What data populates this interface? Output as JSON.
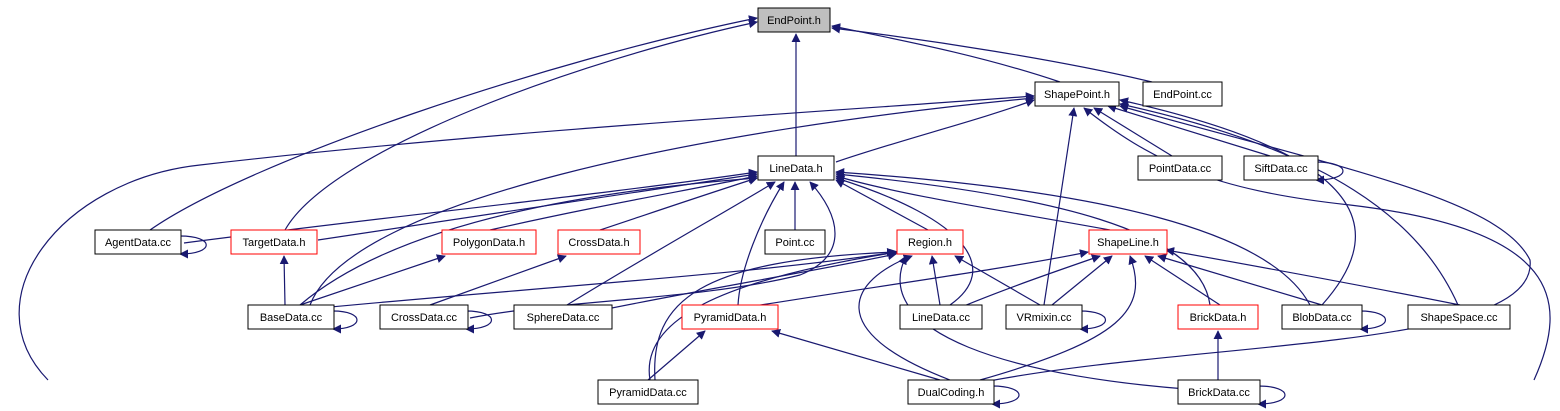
{
  "diagram": {
    "colors": {
      "edge": "#191970",
      "normal_border": "#000000",
      "incomplete_border": "#ff0000",
      "root_fill": "#bfbfbf",
      "node_fill": "#ffffff"
    },
    "nodes": [
      {
        "id": "endpoint_h",
        "label": "EndPoint.h",
        "style": "root"
      },
      {
        "id": "shapepoint_h",
        "label": "ShapePoint.h",
        "style": "normal"
      },
      {
        "id": "endpoint_cc",
        "label": "EndPoint.cc",
        "style": "normal"
      },
      {
        "id": "linedata_h",
        "label": "LineData.h",
        "style": "normal"
      },
      {
        "id": "pointdata_cc",
        "label": "PointData.cc",
        "style": "normal"
      },
      {
        "id": "siftdata_cc",
        "label": "SiftData.cc",
        "style": "normal"
      },
      {
        "id": "agentdata_cc",
        "label": "AgentData.cc",
        "style": "normal"
      },
      {
        "id": "targetdata_h",
        "label": "TargetData.h",
        "style": "incomplete"
      },
      {
        "id": "polygondata_h",
        "label": "PolygonData.h",
        "style": "incomplete"
      },
      {
        "id": "crossdata_h",
        "label": "CrossData.h",
        "style": "incomplete"
      },
      {
        "id": "point_cc",
        "label": "Point.cc",
        "style": "normal"
      },
      {
        "id": "region_h",
        "label": "Region.h",
        "style": "incomplete"
      },
      {
        "id": "shapeline_h",
        "label": "ShapeLine.h",
        "style": "incomplete"
      },
      {
        "id": "basedata_cc",
        "label": "BaseData.cc",
        "style": "normal"
      },
      {
        "id": "crossdata_cc",
        "label": "CrossData.cc",
        "style": "normal"
      },
      {
        "id": "spheredata_cc",
        "label": "SphereData.cc",
        "style": "normal"
      },
      {
        "id": "pyramiddata_h",
        "label": "PyramidData.h",
        "style": "incomplete"
      },
      {
        "id": "linedata_cc",
        "label": "LineData.cc",
        "style": "normal"
      },
      {
        "id": "vrmixin_cc",
        "label": "VRmixin.cc",
        "style": "normal"
      },
      {
        "id": "brickdata_h",
        "label": "BrickData.h",
        "style": "incomplete"
      },
      {
        "id": "blobdata_cc",
        "label": "BlobData.cc",
        "style": "normal"
      },
      {
        "id": "shapespace_cc",
        "label": "ShapeSpace.cc",
        "style": "normal"
      },
      {
        "id": "pyramiddata_cc",
        "label": "PyramidData.cc",
        "style": "normal"
      },
      {
        "id": "dualcoding_h",
        "label": "DualCoding.h",
        "style": "normal"
      },
      {
        "id": "brickdata_cc",
        "label": "BrickData.cc",
        "style": "normal"
      }
    ]
  }
}
